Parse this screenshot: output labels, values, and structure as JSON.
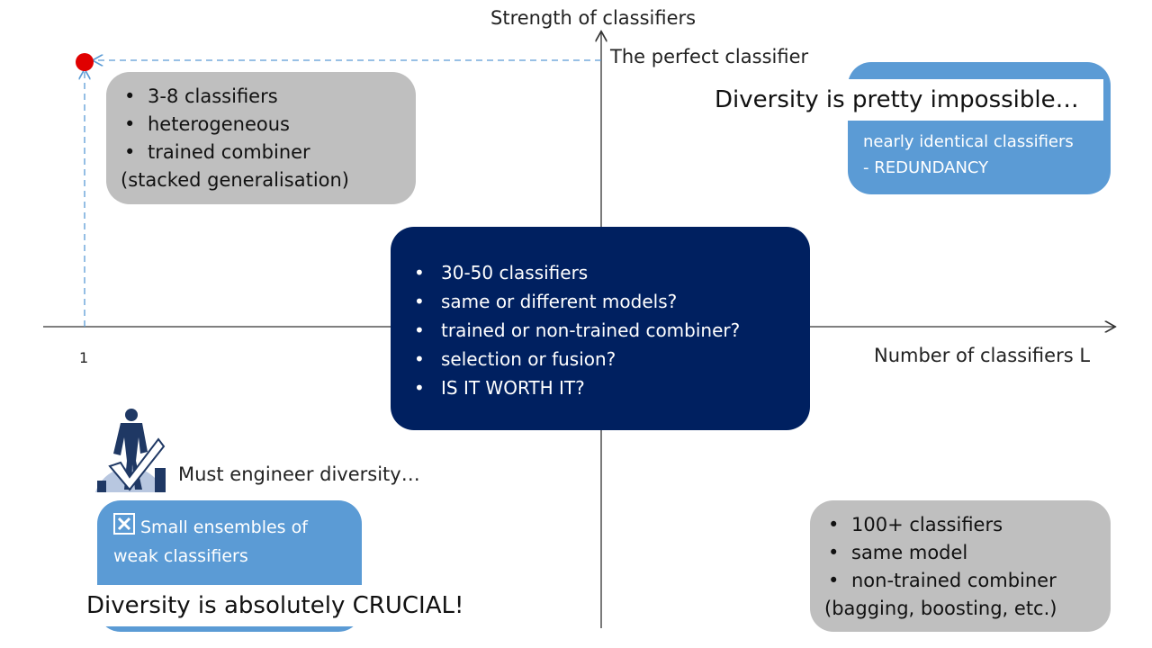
{
  "axes": {
    "y_label": "Strength of classifiers",
    "x_label": "Number of classifiers L",
    "x_tick": "1",
    "perfect_label": "The perfect classifier"
  },
  "colors": {
    "gray": "#bfbfbf",
    "blue": "#5b9bd5",
    "navy": "#002060",
    "red_dot": "#e00000",
    "dashed": "#5b9bd5"
  },
  "top_left_box": {
    "items": [
      "3-8 classifiers",
      "heterogeneous",
      "trained combiner"
    ],
    "note": "(stacked generalisation)"
  },
  "top_right_box": {
    "line1": "nearly identical classifiers",
    "line2": "- REDUNDANCY",
    "callout": "Diversity is pretty impossible…"
  },
  "center_box": {
    "items": [
      "30-50 classifiers",
      "same or different models?",
      "trained or non-trained combiner?",
      "selection or fusion?",
      "IS IT WORTH IT?"
    ]
  },
  "bottom_left": {
    "figure_icon": "engineer-figure-icon",
    "caption": "Must engineer diversity…",
    "checkbox_icon": "x-checkbox-icon",
    "box_line1": "Small ensembles of",
    "box_line2": "weak classifiers",
    "callout": "Diversity is absolutely CRUCIAL!"
  },
  "bottom_right_box": {
    "items": [
      "100+ classifiers",
      "same model",
      "non-trained combiner"
    ],
    "note": "(bagging, boosting, etc.)"
  }
}
